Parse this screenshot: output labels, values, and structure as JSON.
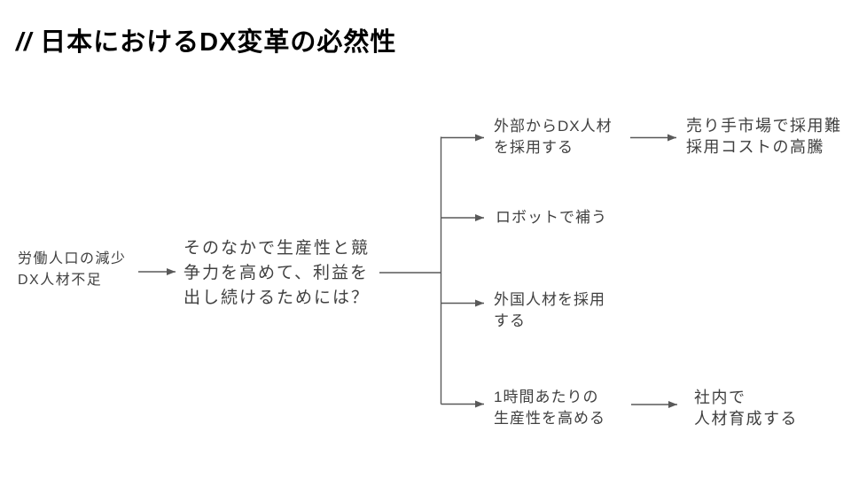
{
  "slide": {
    "title_prefix": "//",
    "title": "日本におけるDX変革の必然性",
    "background": "#ffffff"
  },
  "colors": {
    "title_text": "#000000",
    "body_text": "#404040",
    "connector": "#595959"
  },
  "diagram": {
    "root": {
      "lines": [
        "労働人口の減少",
        "DX人材不足"
      ]
    },
    "question": {
      "lines": [
        "そのなかで生産性と競",
        "争力を高めて、利益を",
        "出し続けるためには？"
      ]
    },
    "option1": {
      "lines": [
        "外部からDX人材",
        "を採用する"
      ]
    },
    "option2": {
      "lines": [
        "ロボットで補う"
      ]
    },
    "option3": {
      "lines": [
        "外国人材を採用",
        "する"
      ]
    },
    "option4": {
      "lines": [
        "1時間あたりの",
        "生産性を高める"
      ]
    },
    "outcome1": {
      "lines": [
        "売り手市場で採用難",
        "採用コストの高騰"
      ]
    },
    "outcome4": {
      "lines": [
        "社内で",
        "人材育成する"
      ]
    }
  }
}
